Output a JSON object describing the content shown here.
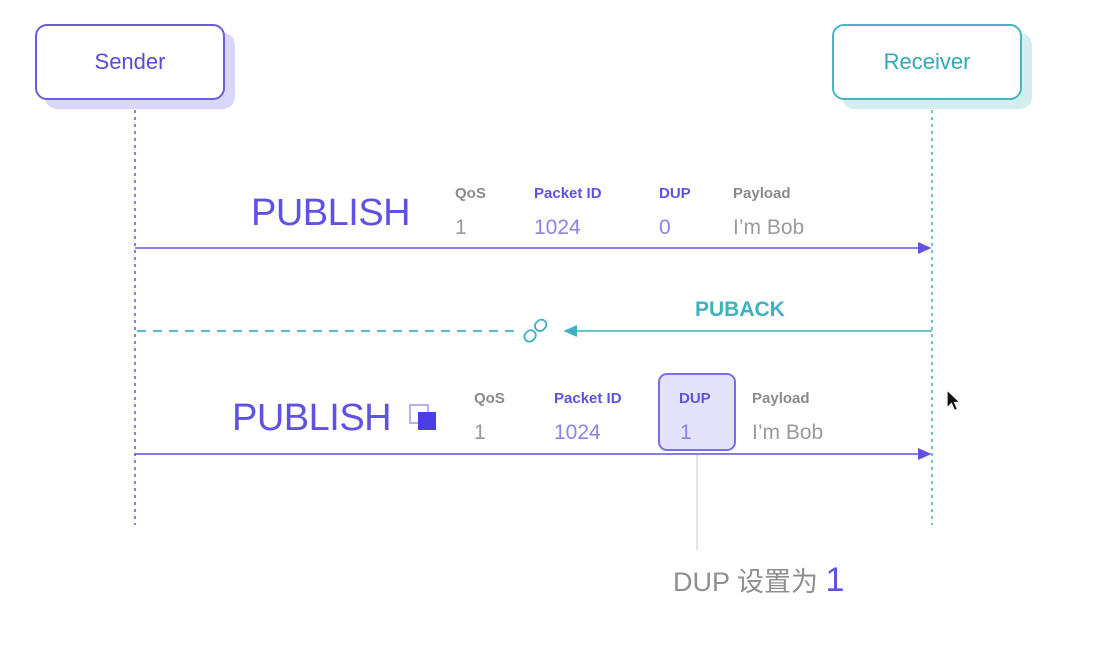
{
  "sender": {
    "label": "Sender"
  },
  "receiver": {
    "label": "Receiver"
  },
  "publish_1": {
    "title": "PUBLISH",
    "qos_header": "QoS",
    "qos_value": "1",
    "packet_id_header": "Packet ID",
    "packet_id_value": "1024",
    "dup_header": "DUP",
    "dup_value": "0",
    "payload_header": "Payload",
    "payload_value": "I’m Bob"
  },
  "puback": {
    "label": "PUBACK"
  },
  "publish_2": {
    "title": "PUBLISH",
    "qos_header": "QoS",
    "qos_value": "1",
    "packet_id_header": "Packet ID",
    "packet_id_value": "1024",
    "dup_header": "DUP",
    "dup_value": "1",
    "payload_header": "Payload",
    "payload_value": "I’m Bob"
  },
  "caption": {
    "text": "DUP 设置为 ",
    "number": "1"
  },
  "colors": {
    "sender": "#5f52e3",
    "receiver": "#3fb2bf",
    "highlight_fill": "#e5e3fb"
  },
  "icons": {
    "broken_link": "broken-link-icon",
    "resend": "resend-icon",
    "cursor": "cursor-icon"
  }
}
